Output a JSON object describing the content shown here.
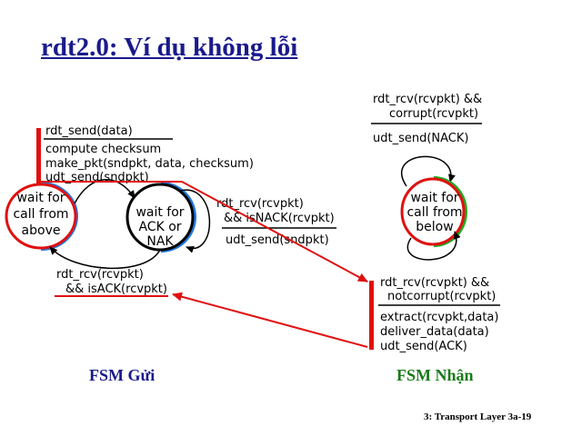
{
  "slide": {
    "title": "rdt2.0: Ví dụ không lỗi",
    "footer": "3: Transport Layer 3a-19"
  },
  "sender": {
    "label": "FSM Gửi",
    "state_wait_call": [
      "wait for",
      "call from",
      "above"
    ],
    "state_wait_ack": [
      "wait for",
      "ACK or",
      "NAK"
    ],
    "action_send": [
      "rdt_send(data)",
      "compute checksum",
      "make_pkt(sndpkt, data, checksum)",
      "udt_send(sndpkt)"
    ],
    "nack_event": [
      "rdt_rcv(rcvpkt)",
      "&& isNACK(rcvpkt)"
    ],
    "nack_action": "udt_send(sndpkt)",
    "ack_event": [
      "rdt_rcv(rcvpkt)",
      "&& isACK(rcvpkt)"
    ]
  },
  "receiver": {
    "label": "FSM Nhận",
    "state_wait_below": [
      "wait for",
      "call from",
      "below"
    ],
    "corrupt_event": [
      "rdt_rcv(rcvpkt) &&",
      "corrupt(rcvpkt)"
    ],
    "corrupt_action": "udt_send(NACK)",
    "ok_event": [
      "rdt_rcv(rcvpkt) &&",
      "notcorrupt(rcvpkt)"
    ],
    "ok_action": [
      "extract(rcvpkt,data)",
      "deliver_data(data)",
      "udt_send(ACK)"
    ]
  },
  "colors": {
    "title": "#1a1a8c",
    "sender_label": "#1a1a8c",
    "receiver_label": "#1a7a1a",
    "highlight_red": "#e01010",
    "accent_blue": "#2277dd",
    "accent_green": "#22aa22"
  }
}
